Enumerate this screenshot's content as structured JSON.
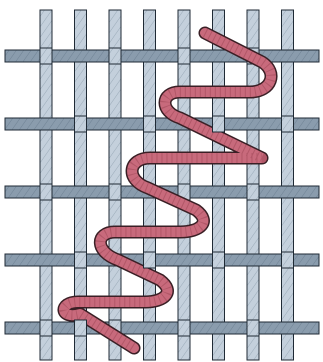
{
  "figure": {
    "vertical_bar_count": 8,
    "horizontal_bar_count": 5,
    "thread_crossing_rows": 5
  },
  "colors": {
    "background": "#ffffff",
    "vertical_bar_fill": "#c4d0dc",
    "vertical_bar_hatch": "#9aaab8",
    "vertical_bar_outline": "#1f2a35",
    "horizontal_bar_fill": "#8a9cad",
    "horizontal_bar_hatch": "#6f8294",
    "horizontal_bar_outline": "#1f2a35",
    "thread_fill": "#c86a7c",
    "thread_hatch": "#a8505f",
    "thread_outline": "#3a1f25"
  }
}
